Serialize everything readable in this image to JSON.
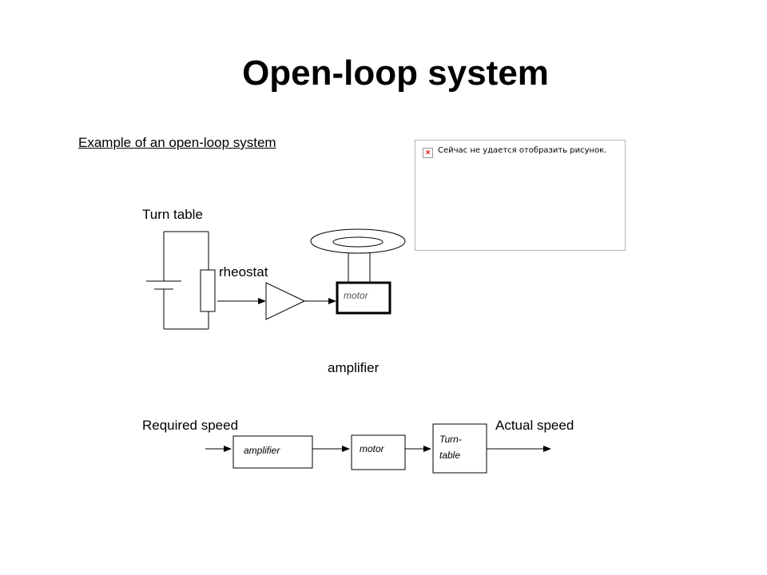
{
  "title": "Open-loop system",
  "subtitle": "Example of an open-loop system",
  "broken_image": {
    "message": "Сейчас не удается отобразить рисунок.",
    "icon": "error-x-icon"
  },
  "circuit": {
    "turn_table_label": "Turn table",
    "rheostat_label": "rheostat",
    "motor_label": "motor",
    "amplifier_label": "amplifier"
  },
  "block_diagram": {
    "input_label": "Required speed",
    "output_label": "Actual speed",
    "blocks": [
      {
        "label": "amplifier"
      },
      {
        "label": "motor"
      },
      {
        "label_line1": "Turn-",
        "label_line2": "table"
      }
    ]
  }
}
